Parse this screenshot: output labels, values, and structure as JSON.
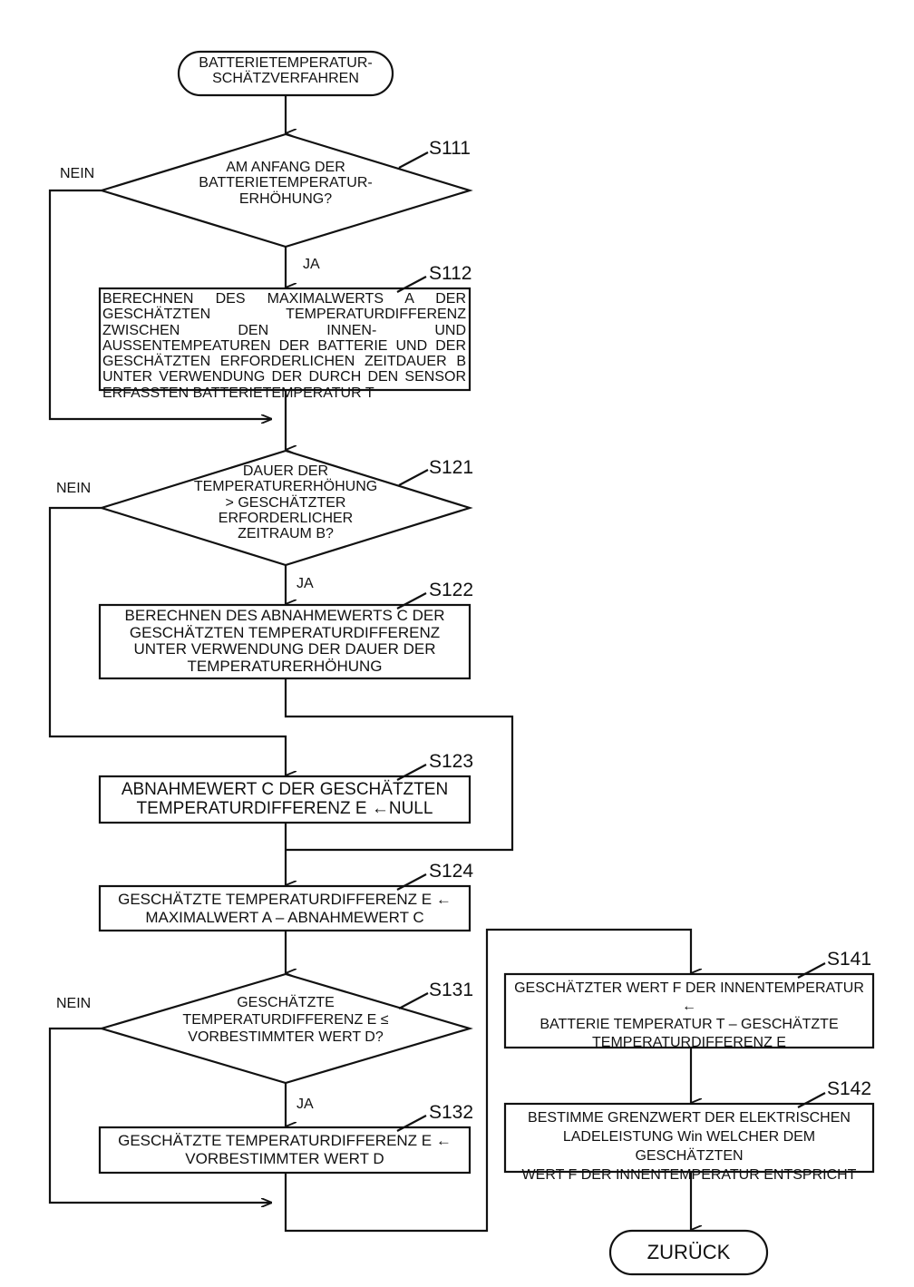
{
  "start": {
    "label": "BATTERIETEMPERATUR-\nSCHÄTZVERFAHREN"
  },
  "end": {
    "label": "ZURÜCK"
  },
  "answers": {
    "yes": "JA",
    "no": "NEIN"
  },
  "steps": {
    "S111": {
      "id": "S111",
      "text": "AM ANFANG DER\nBATTERIETEMPERATUR-\nERHÖHUNG?"
    },
    "S112": {
      "id": "S112",
      "text": "BERECHNEN DES MAXIMALWERTS A DER GESCHÄTZTEN TEMPERATURDIFFERENZ ZWISCHEN DEN INNEN- UND AUSSENTEMPEATUREN DER BATTERIE UND DER GESCHÄTZTEN ERFORDERLICHEN ZEITDAUER B UNTER VERWENDUNG DER DURCH DEN SENSOR ERFASSTEN BATTERIETEMPERATUR T"
    },
    "S121": {
      "id": "S121",
      "text": "DAUER DER\nTEMPERATURERHÖHUNG\n> GESCHÄTZTER\nERFORDERLICHER\nZEITRAUM B?"
    },
    "S122": {
      "id": "S122",
      "text": "BERECHNEN DES ABNAHMEWERTS C DER\nGESCHÄTZTEN TEMPERATURDIFFERENZ\nUNTER VERWENDUNG DER DAUER DER\nTEMPERATURERHÖHUNG"
    },
    "S123": {
      "id": "S123",
      "text": "ABNAHMEWERT C DER GESCHÄTZTEN\nTEMPERATURDIFFERENZ E ←NULL"
    },
    "S124": {
      "id": "S124",
      "text": "GESCHÄTZTE TEMPERATURDIFFERENZ E ←\nMAXIMALWERT A – ABNAHMEWERT C"
    },
    "S131": {
      "id": "S131",
      "text": "GESCHÄTZTE\nTEMPERATURDIFFERENZ E ≤\nVORBESTIMMTER WERT D?"
    },
    "S132": {
      "id": "S132",
      "text": "GESCHÄTZTE TEMPERATURDIFFERENZ E ←\nVORBESTIMMTER WERT D"
    },
    "S141": {
      "id": "S141",
      "text": "GESCHÄTZTER WERT F DER INNENTEMPERATUR ←\nBATTERIE TEMPERATUR T – GESCHÄTZTE\nTEMPERATURDIFFERENZ E"
    },
    "S142": {
      "id": "S142",
      "text": "BESTIMME GRENZWERT DER ELEKTRISCHEN\nLADELEISTUNG Win WELCHER DEM GESCHÄTZTEN\nWERT F DER INNENTEMPERATUR ENTSPRICHT"
    }
  }
}
